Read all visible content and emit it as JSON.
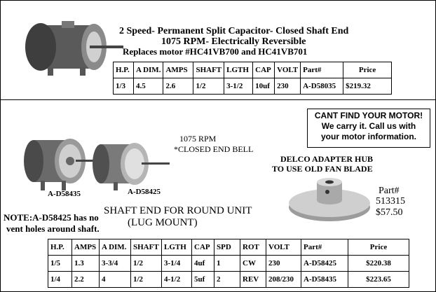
{
  "top": {
    "title": "2 Speed- Permanent Split Capacitor- Closed Shaft End",
    "subtitle": "1075 RPM- Electrically Reversible",
    "replaces": "Replaces motor #HC41VB700 and HC41VB701",
    "headers": [
      "H.P.",
      "A DIM.",
      "AMPS",
      "SHAFT",
      "LGTH",
      "CAP",
      "VOLT",
      "Part#",
      "Price"
    ],
    "row": [
      "1/3",
      "4.5",
      "2.6",
      "1/2",
      "3-1/2",
      "10uf",
      "230",
      "A-D58035",
      "$219.32"
    ]
  },
  "callout": {
    "line1": "CANT FIND YOUR MOTOR!",
    "line2": "We carry it. Call us with",
    "line3": "your motor information."
  },
  "middle": {
    "rpm": "1075 RPM",
    "closed_end": "*CLOSED END BELL",
    "motor1_label": "A-D58435",
    "motor2_label": "A-D58425",
    "note": "NOTE:A-D58425 has no",
    "note2": "vent holes around shaft.",
    "shaft_end": "SHAFT END FOR ROUND UNIT",
    "lug_mount": "(LUG MOUNT)"
  },
  "adapter": {
    "title1": "DELCO ADAPTER HUB",
    "title2": "TO USE OLD FAN BLADE",
    "part_label": "Part#",
    "part_no": "513315",
    "price": "$57.50"
  },
  "bottom": {
    "headers": [
      "H.P.",
      "AMPS",
      "A DIM.",
      "SHAFT",
      "LGTH",
      "CAP",
      "SPD",
      "ROT",
      "VOLT",
      "Part#",
      "Price"
    ],
    "rows": [
      [
        "1/5",
        "1.3",
        "3-3/4",
        "1/2",
        "3-1/4",
        "4uf",
        "1",
        "CW",
        "230",
        "A-D58425",
        "$220.38"
      ],
      [
        "1/4",
        "2.2",
        "4",
        "1/2",
        "4-1/2",
        "5uf",
        "2",
        "REV",
        "208/230",
        "A-D58435",
        "$223.65"
      ]
    ]
  }
}
